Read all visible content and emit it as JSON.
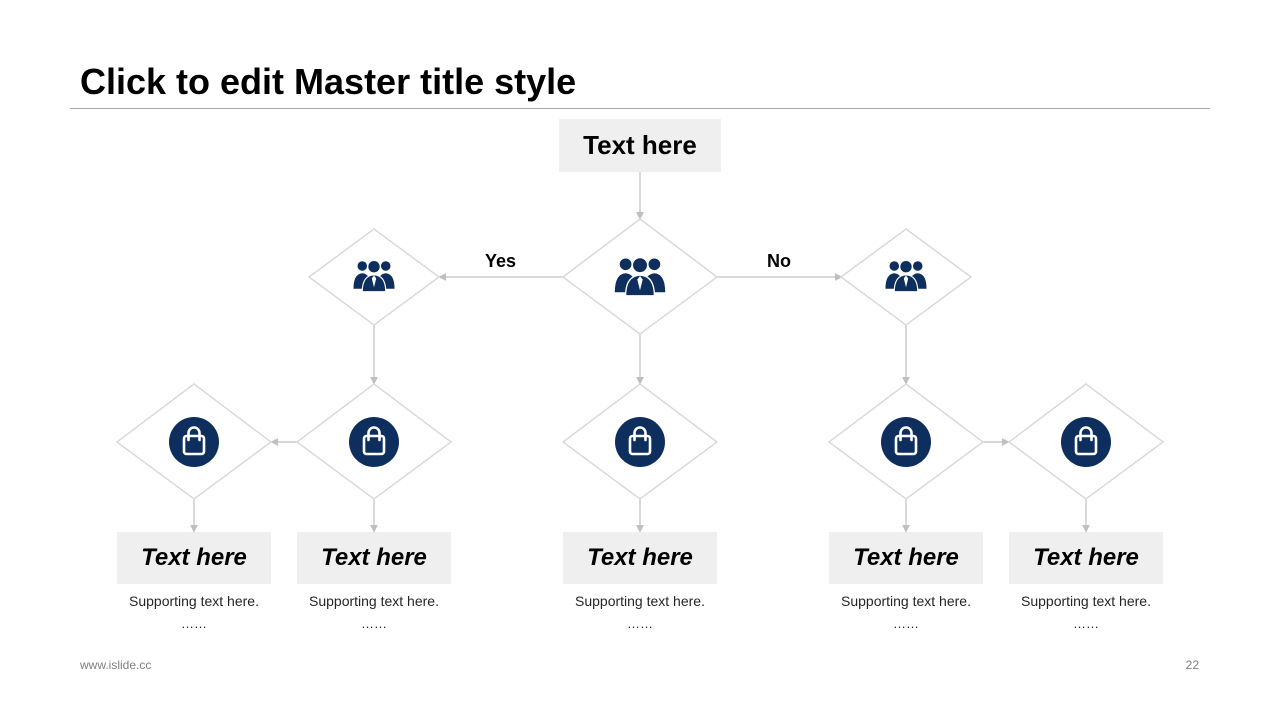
{
  "slide": {
    "title": "Click to edit Master title style",
    "footer_left": "www.islide.cc",
    "page_number": "22"
  },
  "diagram": {
    "top_box": "Text here",
    "branches": {
      "yes": "Yes",
      "no": "No"
    },
    "outcomes": [
      {
        "title": "Text here",
        "support": "Supporting text here.",
        "dots": "……"
      },
      {
        "title": "Text here",
        "support": "Supporting text here.",
        "dots": "……"
      },
      {
        "title": "Text here",
        "support": "Supporting text here.",
        "dots": "……"
      },
      {
        "title": "Text here",
        "support": "Supporting text here.",
        "dots": "……"
      },
      {
        "title": "Text here",
        "support": "Supporting text here.",
        "dots": "……"
      }
    ]
  },
  "colors": {
    "icon": "#0e2f5e",
    "box_fill": "#efefef",
    "diamond_stroke": "#d9d9d9",
    "connector": "#bfbfbf",
    "rule": "#a6a6a6",
    "footer_text": "#7f7f7f"
  },
  "icons": {
    "decision": "people-group-icon",
    "outcome": "shopping-bag-icon"
  }
}
